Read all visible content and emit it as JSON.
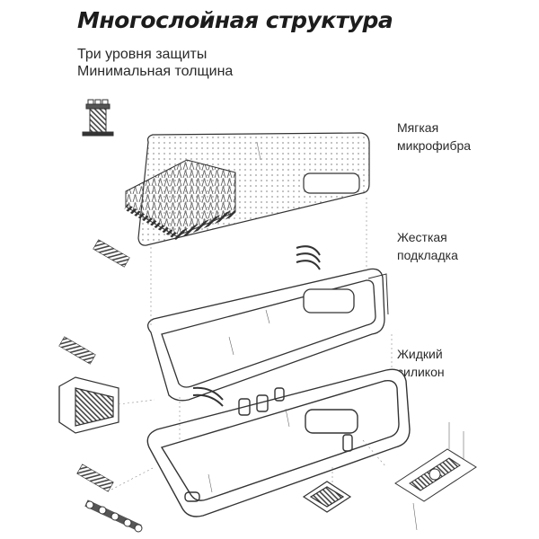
{
  "header": {
    "title": "Многослойная структура",
    "subtitle_line1": "Три уровня защиты",
    "subtitle_line2": "Минимальная толщина"
  },
  "layers": [
    {
      "line1": "Мягкая",
      "line2": "микрофибра"
    },
    {
      "line1": "Жесткая",
      "line2": "подкладка"
    },
    {
      "line1": "Жидкий",
      "line2": "силикон"
    }
  ],
  "icons": {
    "tower": "castle-tower-icon"
  },
  "colors": {
    "ink": "#222222",
    "line": "#333333",
    "dots": "#9a9a9a",
    "background": "#ffffff"
  }
}
